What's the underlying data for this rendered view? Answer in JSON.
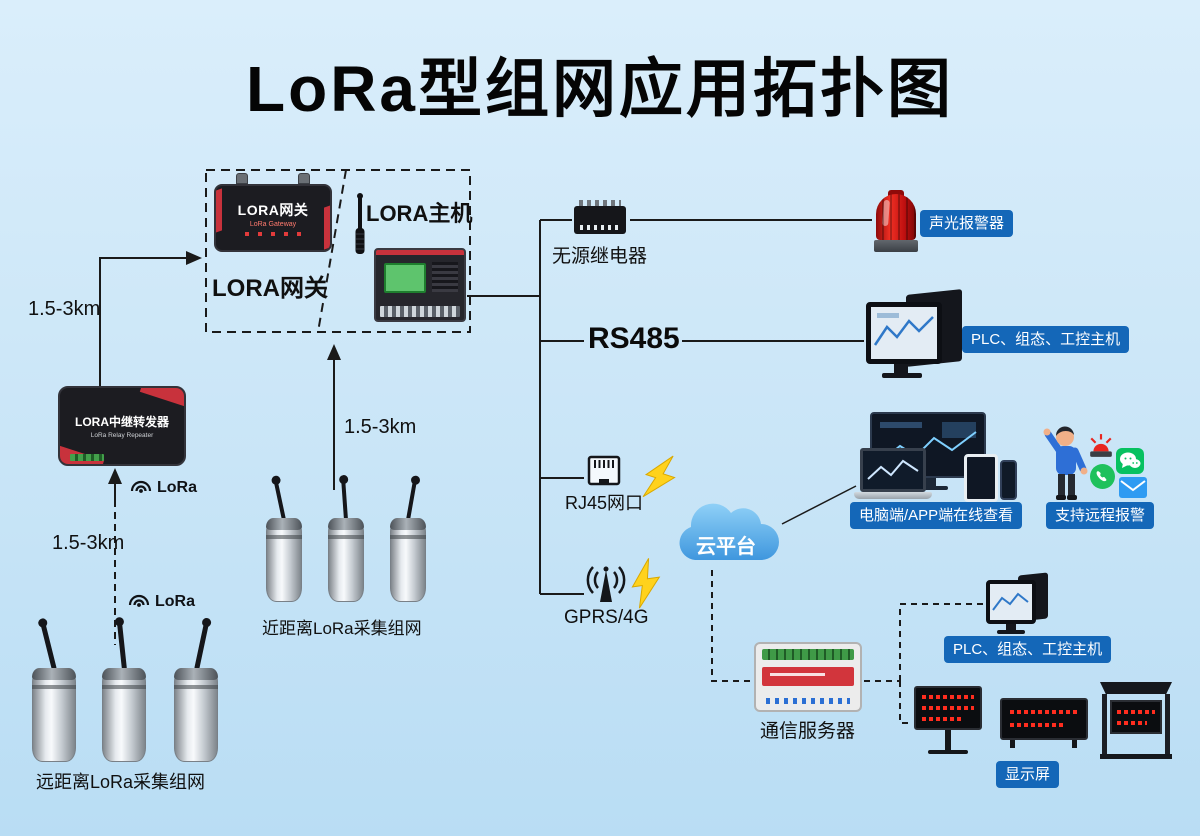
{
  "title": "LoRa型组网应用拓扑图",
  "devices": {
    "gateway": {
      "label": "LORA网关",
      "board_title": "LORA网关",
      "board_sub": "LoRa Gateway"
    },
    "host": {
      "label": "LORA主机"
    },
    "repeater": {
      "board_title": "LORA中继转发器",
      "board_sub": "LoRa Relay Repeater"
    },
    "comm_server": {
      "label": "通信服务器"
    }
  },
  "links": {
    "distance_top": "1.5-3km",
    "distance_bottom": "1.5-3km",
    "distance_middle": "1.5-3km",
    "lora_logo_upper": "LoRa",
    "lora_logo_lower": "LoRa",
    "rs485": "RS485",
    "rj45": "RJ45网口",
    "gprs": "GPRS/4G"
  },
  "groups": {
    "far_network": "远距离LoRa采集组网",
    "near_network": "近距离LoRa采集组网"
  },
  "nodes": {
    "passive_relay": "无源继电器",
    "cloud": "云平台"
  },
  "badges": {
    "alarm": "声光报警器",
    "plc_top": "PLC、组态、工控主机",
    "pc_app": "电脑端/APP端在线查看",
    "remote_alarm": "支持远程报警",
    "plc_bottom": "PLC、组态、工控主机",
    "display": "显示屏"
  },
  "colors": {
    "badge_blue": "#1467b8",
    "line_black": "#1a1a1a",
    "background_blue": "#cde6f8",
    "alarm_red": "#e01818",
    "lightning_yellow": "#ffd21c",
    "cloud_blue": "#4ba0e2",
    "device_black": "#1c1c21",
    "device_accent_red": "#c8323c"
  }
}
